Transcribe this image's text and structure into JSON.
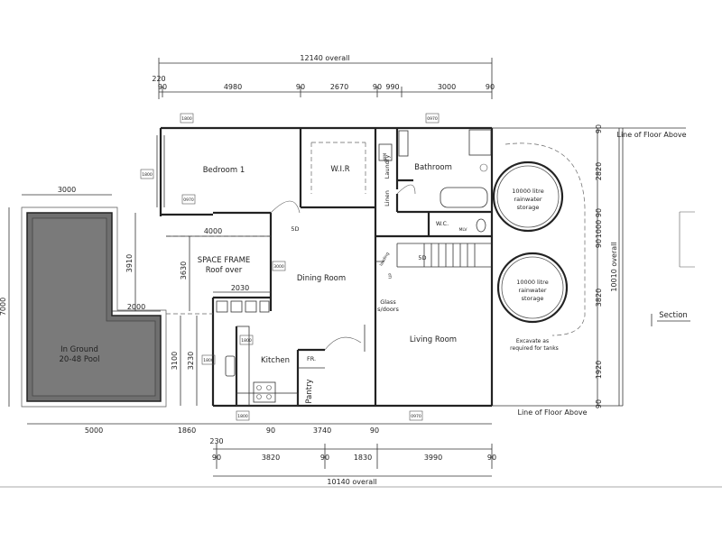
{
  "dimensions": {
    "top_overall": "12140 overall",
    "top_chain": [
      "90",
      "4980",
      "90",
      "2670",
      "90",
      "990",
      "3000",
      "90"
    ],
    "top_extra": "220",
    "bottom_chain_a": [
      "5000",
      "1860",
      "90",
      "3740",
      "90"
    ],
    "bottom_extra": "230",
    "bottom_chain_b": [
      "90",
      "3820",
      "90",
      "1830",
      "3990",
      "90"
    ],
    "bottom_overall": "10140 overall",
    "pool_width": "3000",
    "pool_height": "7000",
    "pool_inner_height": "3910",
    "pool_step": "2000",
    "space_frame_width": "4000",
    "space_frame_height": "3630",
    "kitchen_dim": "2030",
    "kitchen_height_a": "3100",
    "kitchen_height_b": "3230",
    "right_chain": [
      "90",
      "2820",
      "90",
      "1000",
      "90",
      "3820",
      "1920",
      "90"
    ],
    "right_overall": "10010 overall"
  },
  "rooms": {
    "bedroom": "Bedroom 1",
    "wir": "W.I.R",
    "laundry": "Laundry",
    "bathroom": "Bathroom",
    "linen": "Linen",
    "wc": "W.C.",
    "dining": "Dining Room",
    "kitchen": "Kitchen",
    "pantry": "Pantry",
    "fridge": "FR.",
    "living": "Living Room",
    "space_frame": "SPACE FRAME",
    "roof_over": "Roof over",
    "pool_line1": "In Ground",
    "pool_line2": "20-48 Pool"
  },
  "tanks": [
    {
      "line1": "10000 litre",
      "line2": "rainwater",
      "line3": "storage"
    },
    {
      "line1": "10000 litre",
      "line2": "rainwater",
      "line3": "storage"
    }
  ],
  "notes": {
    "floor_above_top": "Line of Floor Above",
    "floor_above_bottom": "Line of Floor Above",
    "section": "Section",
    "glass_line1": "Glass",
    "glass_line2": "s/doors",
    "excavate_line1": "Excavate as",
    "excavate_line2": "required for tanks",
    "landing": "landing",
    "up": "UP",
    "down_a": "5D",
    "down_b": "5D",
    "mlv": "MLV",
    "wm": "WM"
  },
  "window_tags": [
    "1800",
    "0970",
    "3000",
    "1800",
    "1800",
    "1800",
    "1800",
    "0970"
  ]
}
